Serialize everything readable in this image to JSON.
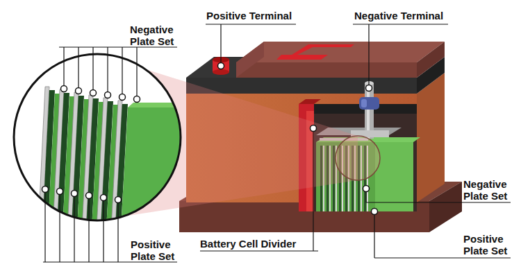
{
  "diagram": {
    "labels": [
      "Positive Terminal",
      "Negative Terminal",
      "Negative Plate Set",
      "Negative Plate Set",
      "Positive Plate Set",
      "Battery Cell Divider",
      "Positive Plate Set"
    ]
  }
}
